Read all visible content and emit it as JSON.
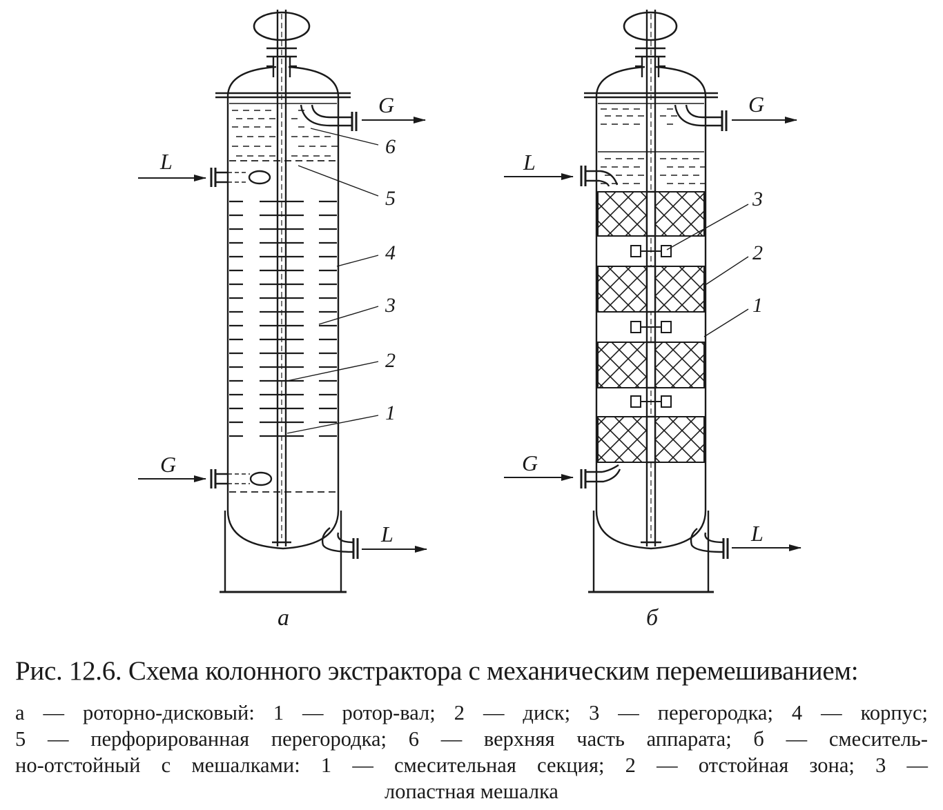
{
  "figure": {
    "label_a": "а",
    "label_b": "б",
    "streams": {
      "gas": "G",
      "liquid": "L"
    },
    "callouts_a": [
      "6",
      "5",
      "4",
      "3",
      "2",
      "1"
    ],
    "callouts_b": [
      "3",
      "2",
      "1"
    ]
  },
  "caption": {
    "title": "Рис. 12.6. Схема колонного экстрактора с механическим перемешиванием:",
    "lines": [
      "а — роторно-дисковый: 1 — ротор-вал; 2 — диск; 3 — перегородка; 4 — корпус;",
      "5 — перфорированная перегородка; 6 — верхняя часть аппарата; б — смеситель-",
      "но-отстойный с мешалками: 1 — смесительная секция; 2 — отстойная зона; 3 —",
      "лопастная мешалка"
    ]
  }
}
